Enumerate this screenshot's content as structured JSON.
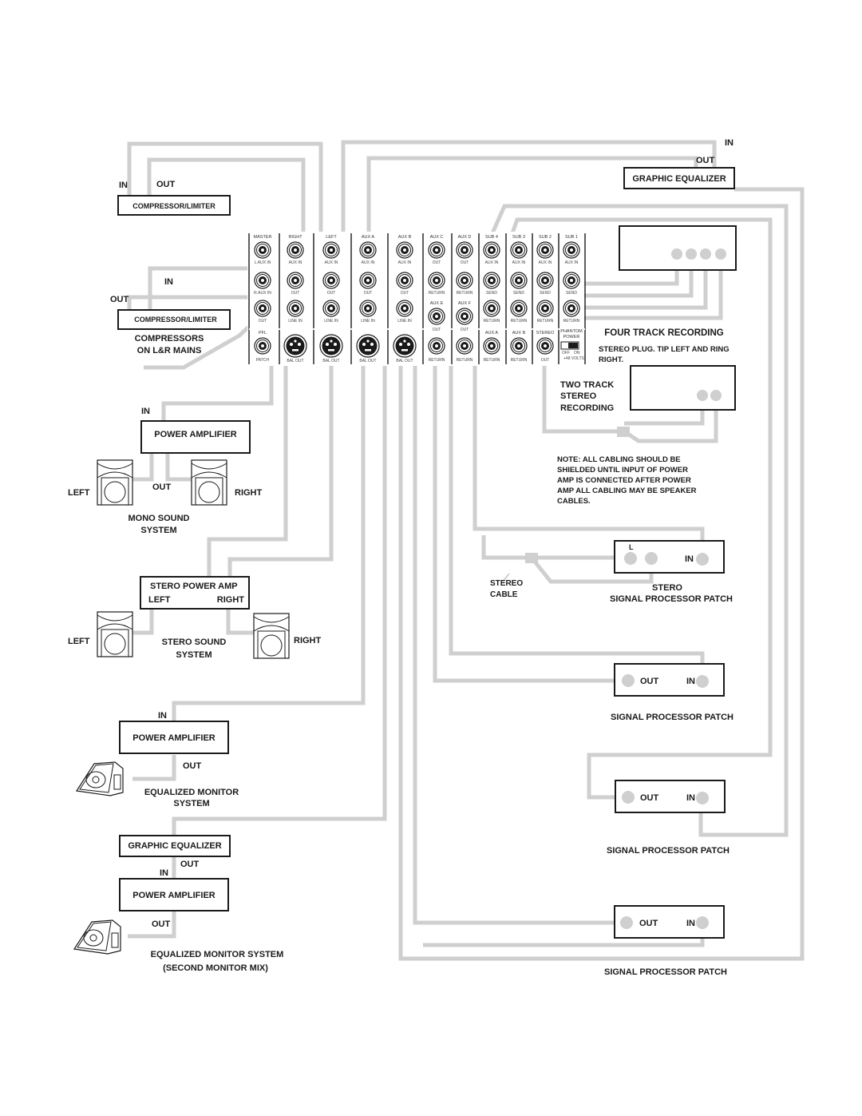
{
  "title": "Mixer Patch Bay Hookup Diagram",
  "patch_bay": {
    "top_channels": [
      "MASTER",
      "RIGHT",
      "LEFT",
      "AUX A",
      "AUX B",
      "AUX C",
      "AUX D",
      "SUB 4",
      "SUB 3",
      "SUB 2",
      "SUB 1"
    ],
    "mid_channels": [
      "AUX E",
      "AUX F"
    ],
    "bottom_channels": [
      "PFL",
      "",
      "",
      "",
      "",
      "",
      "",
      "AUX A",
      "AUX B",
      "STEREO",
      "PHANTOM POWER"
    ],
    "jack_labels": {
      "master": [
        "L.AUX IN",
        "R.AUX IN",
        "OUT"
      ],
      "right": [
        "AUX IN",
        "OUT",
        "LINE IN"
      ],
      "left": [
        "AUX IN",
        "OUT",
        "LINE IN"
      ],
      "aux_a": [
        "AUX IN",
        "OUT",
        "LINE IN"
      ],
      "aux_b": [
        "AUX IN",
        "OUT",
        "LINE IN"
      ],
      "aux_c": [
        "OUT",
        "RETURN"
      ],
      "aux_d": [
        "OUT",
        "RETURN"
      ],
      "aux_e": [
        "OUT",
        "RETURN"
      ],
      "aux_f": [
        "OUT",
        "RETURN"
      ],
      "sub": [
        "AUX IN",
        "SEND",
        "RETURN"
      ],
      "pfl": "PATCH",
      "xlr": "BAL OUT",
      "bottom_aux": "RETURN",
      "stereo": "OUT",
      "phantom_off": "OFF",
      "phantom_on": "ON",
      "phantom_volts": "+48 VOLTS"
    }
  },
  "left_side": {
    "comp1": {
      "in": "IN",
      "out": "OUT",
      "label": "COMPRESSOR/LIMITER"
    },
    "comp2": {
      "in": "IN",
      "out": "OUT",
      "label": "COMPRESSOR/LIMITER",
      "caption1": "COMPRESSORS",
      "caption2": "ON L&R MAINS"
    },
    "mono": {
      "in": "IN",
      "amp": "POWER AMPLIFIER",
      "out": "OUT",
      "left": "LEFT",
      "right": "RIGHT",
      "caption1": "MONO SOUND",
      "caption2": "SYSTEM"
    },
    "stereo": {
      "amp1": "STERO POWER AMP",
      "amp_left": "LEFT",
      "amp_right": "RIGHT",
      "left": "LEFT",
      "right": "RIGHT",
      "caption1": "STERO SOUND",
      "caption2": "SYSTEM"
    },
    "monitor1": {
      "in": "IN",
      "amp": "POWER AMPLIFIER",
      "out": "OUT",
      "caption1": "EQUALIZED MONITOR",
      "caption2": "SYSTEM"
    },
    "monitor2": {
      "eq": "GRAPHIC EQUALIZER",
      "eq_out": "OUT",
      "in": "IN",
      "amp": "POWER AMPLIFIER",
      "out": "OUT",
      "caption1": "EQUALIZED MONITOR SYSTEM",
      "caption2": "(SECOND MONITOR MIX)"
    }
  },
  "right_side": {
    "geq": {
      "in": "IN",
      "out": "OUT",
      "label": "GRAPHIC EQUALIZER"
    },
    "four_track": {
      "caption": "FOUR TRACK RECORDING"
    },
    "stereo_plug_note1": "STEREO PLUG. TIP LEFT AND RING",
    "stereo_plug_note2": "RIGHT.",
    "two_track": {
      "line1": "TWO TRACK",
      "line2": "STEREO",
      "line3": "RECORDING"
    },
    "note": [
      "NOTE: ALL CABLING SHOULD BE",
      "SHIELDED UNTIL INPUT OF POWER",
      "AMP IS CONNECTED AFTER POWER",
      "AMP ALL CABLING MAY BE SPEAKER",
      "CABLES."
    ],
    "stereo_sp": {
      "l": "L",
      "in": "IN",
      "cable1": "STEREO",
      "cable2": "CABLE",
      "caption1": "STERO",
      "caption2": "SIGNAL PROCESSOR PATCH"
    },
    "sp": [
      {
        "out": "OUT",
        "in": "IN",
        "caption": "SIGNAL PROCESSOR PATCH"
      },
      {
        "out": "OUT",
        "in": "IN",
        "caption": "SIGNAL PROCESSOR PATCH"
      },
      {
        "out": "OUT",
        "in": "IN",
        "caption": "SIGNAL PROCESSOR PATCH"
      }
    ]
  }
}
